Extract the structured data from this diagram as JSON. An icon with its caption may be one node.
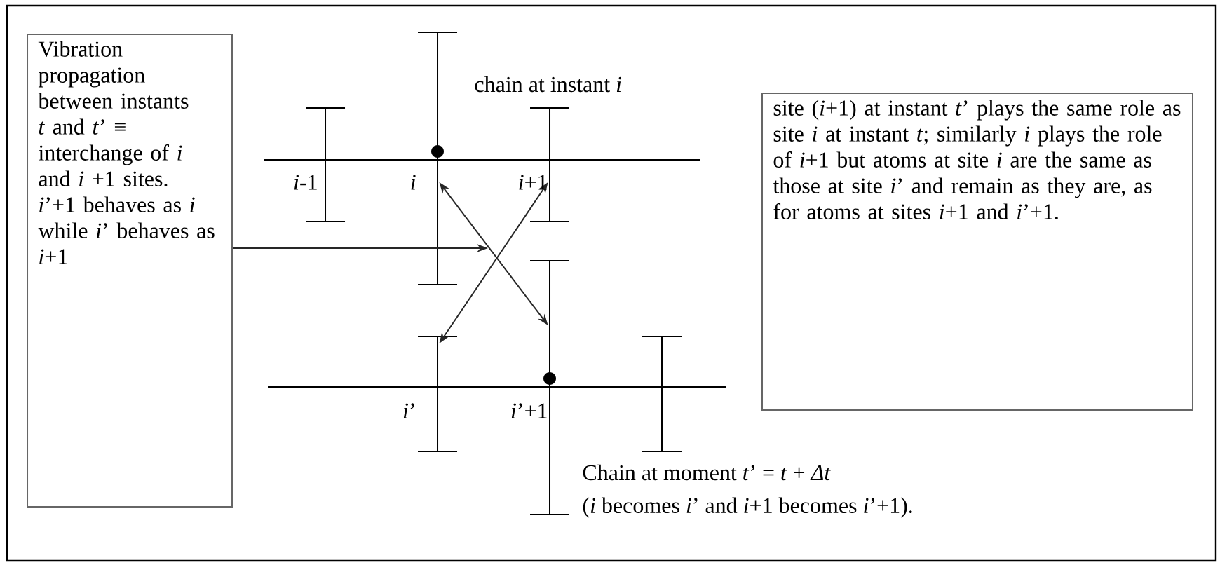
{
  "diagram": {
    "nodes": [
      {
        "text": [
          "Vibration propagation between instants *t* and *t*’ ≡ interchange of  *i* and *i* +1 sites.",
          "*i*’+1 behaves as *i* while  *i*’ behaves as *i*+1"
        ]
      },
      {
        "text": [
          "site (*i*+1) at instant *t*’ plays the same role as site *i* at instant *t*;  similarly *i* plays the role of *i*+1 but atoms at site *i* are the same as those at site *i*’ and remain as they are, as for atoms at sites *i*+1 and *i*’+1."
        ]
      },
      {
        "text": [],
        "shape": "bar"
      },
      {
        "text": [],
        "shape": "bar"
      },
      {
        "text": [],
        "shape": "bar"
      },
      {
        "text": [],
        "shape": "bar"
      },
      {
        "text": [],
        "shape": "bar"
      },
      {
        "text": [],
        "shape": "bar"
      }
    ],
    "edges": [
      {
        "from": 0,
        "to": null,
        "arrow": "to"
      },
      {
        "from": 3,
        "to": 6,
        "arrow": "both"
      },
      {
        "from": 4,
        "to": 5,
        "arrow": "both"
      }
    ],
    "labels": [
      "chain at instant *i*",
      "*i*-1",
      "*i*",
      "*i*+1",
      "*i*’",
      "*i*’+1",
      "Chain at moment *t*’ = *t* + *Δt*",
      "(*i* becomes *i*’ and *i*+1 becomes *i*’+1)."
    ]
  }
}
